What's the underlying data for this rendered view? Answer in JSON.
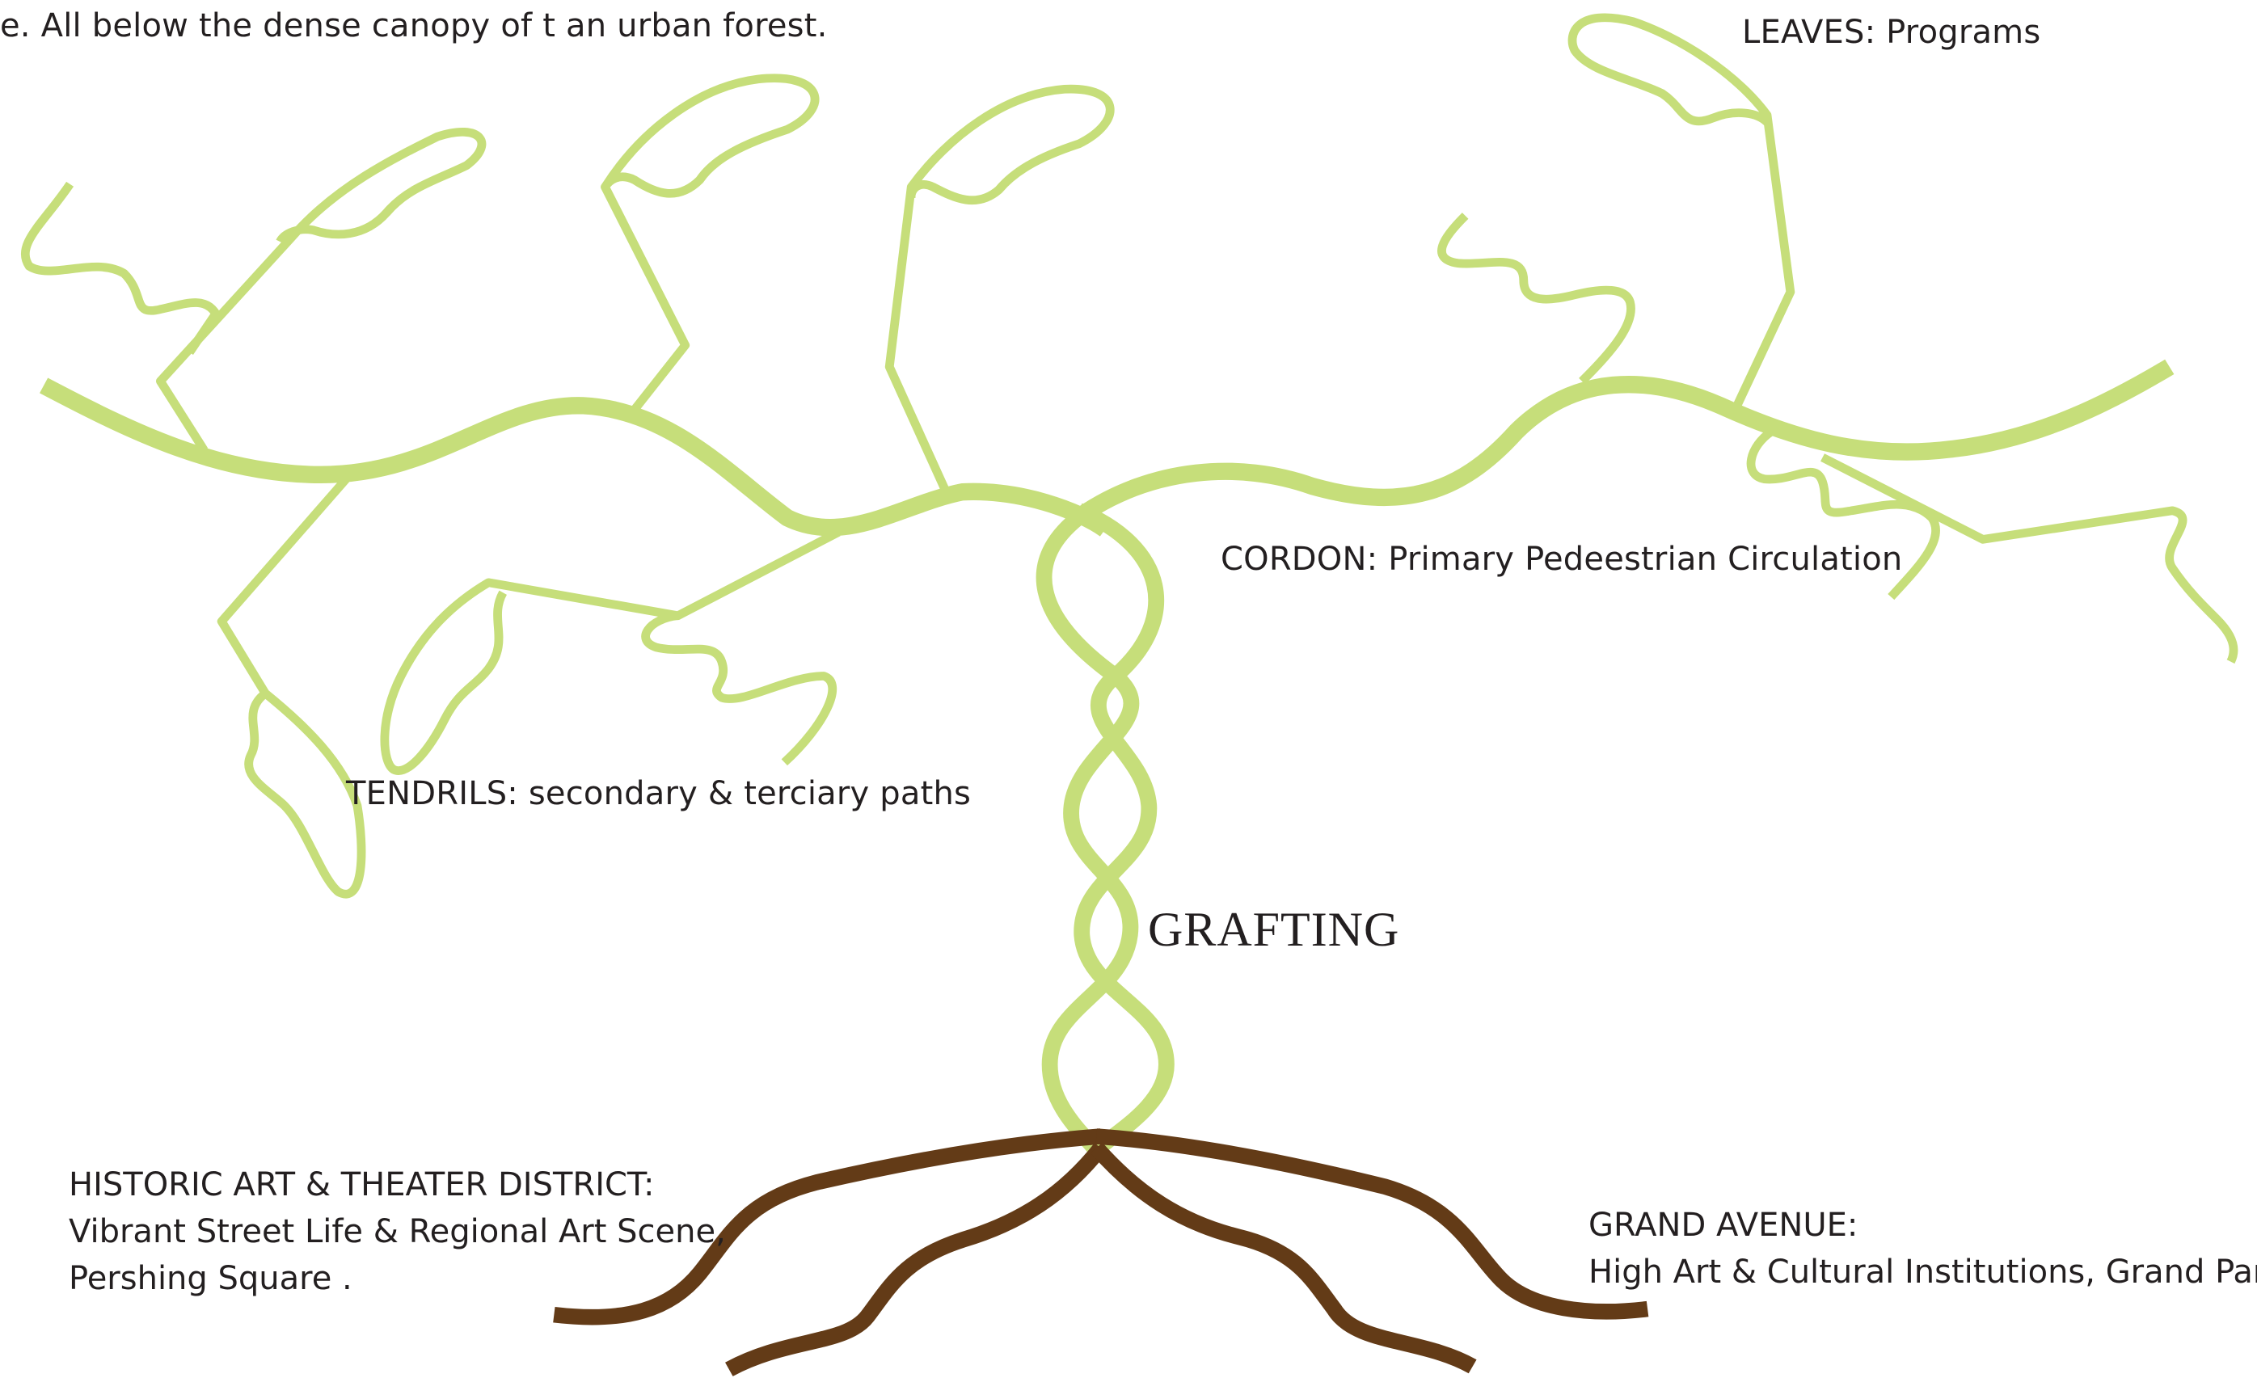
{
  "colors": {
    "canopy": "#c6de7a",
    "roots": "#633b17",
    "text": "#231f20",
    "background": "#ffffff"
  },
  "intro_text": "e.   All below the dense canopy of t an urban forest.",
  "labels": {
    "leaves": "LEAVES: Programs",
    "cordon": "CORDON: Primary Pedeestrian Circulation",
    "tendrils": "TENDRILS: secondary & terciary paths",
    "grafting": "GRAFTING"
  },
  "historic_district": {
    "title": "HISTORIC ART & THEATER DISTRICT:",
    "line1": "Vibrant Street Life & Regional Art Scene,",
    "line2": "Pershing Square ."
  },
  "grand_avenue": {
    "title": "GRAND AVENUE:",
    "line1": "High Art & Cultural Institutions, Grand Park."
  }
}
